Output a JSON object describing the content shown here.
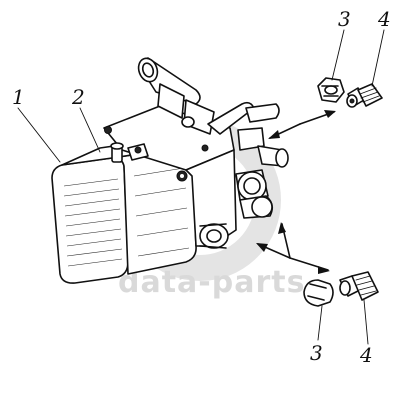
{
  "diagram": {
    "callouts": {
      "c1": "1",
      "c2": "2",
      "c3_top": "3",
      "c4_top": "4",
      "c3_bottom": "3",
      "c4_bottom": "4"
    },
    "watermark": "data-parts"
  }
}
